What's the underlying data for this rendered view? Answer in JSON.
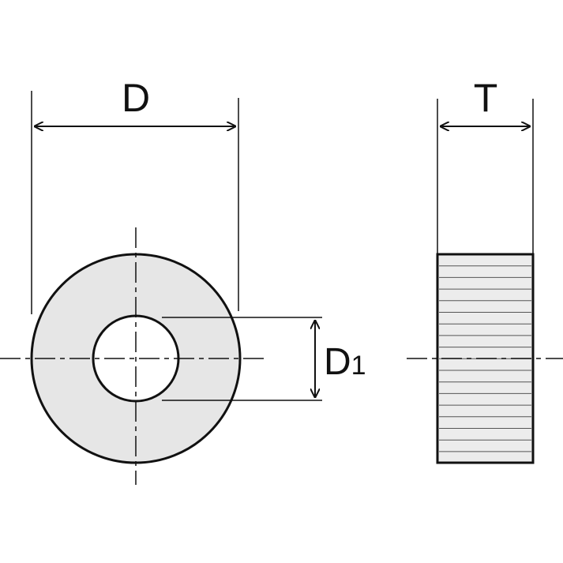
{
  "labels": {
    "outer_diameter": "D",
    "inner_diameter_main": "D",
    "inner_diameter_sub": "1",
    "thickness": "T"
  },
  "colors": {
    "stroke": "#111111",
    "fill": "#e6e6e6",
    "hole": "#ffffff",
    "background": "#ffffff"
  }
}
